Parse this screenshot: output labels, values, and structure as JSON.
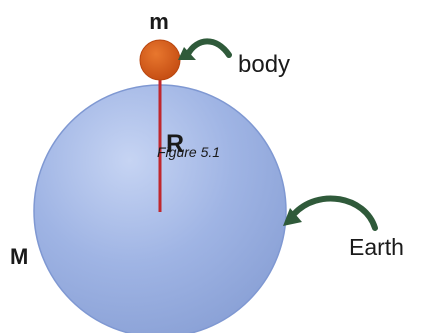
{
  "labels": {
    "small_mass": "m",
    "body": "body",
    "radius": "R",
    "caption": "Figure 5.1",
    "large_mass": "M",
    "earth": "Earth"
  },
  "colors": {
    "earth_fill": "#9fb4e4",
    "earth_edge": "#7f98d2",
    "body_fill": "#d4581b",
    "radius_line": "#c0272d",
    "arrow": "#2f5a3a",
    "text": "#1a1a1a"
  }
}
